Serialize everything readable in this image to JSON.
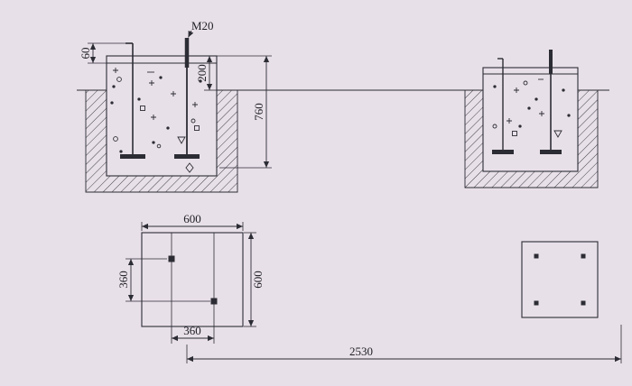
{
  "figure": {
    "colors": {
      "background": "#e8e0e9",
      "line": "#2c2c34"
    },
    "labels": {
      "bolt_spec": "M20",
      "dim_step_60": "60",
      "dim_projection_200": "200",
      "dim_depth_760": "760",
      "dim_plan_width_600": "600",
      "dim_plan_height_600": "600",
      "dim_bolt_spacing_left_360": "360",
      "dim_bolt_spacing_bottom_360": "360",
      "dim_overall_2530": "2530"
    }
  }
}
